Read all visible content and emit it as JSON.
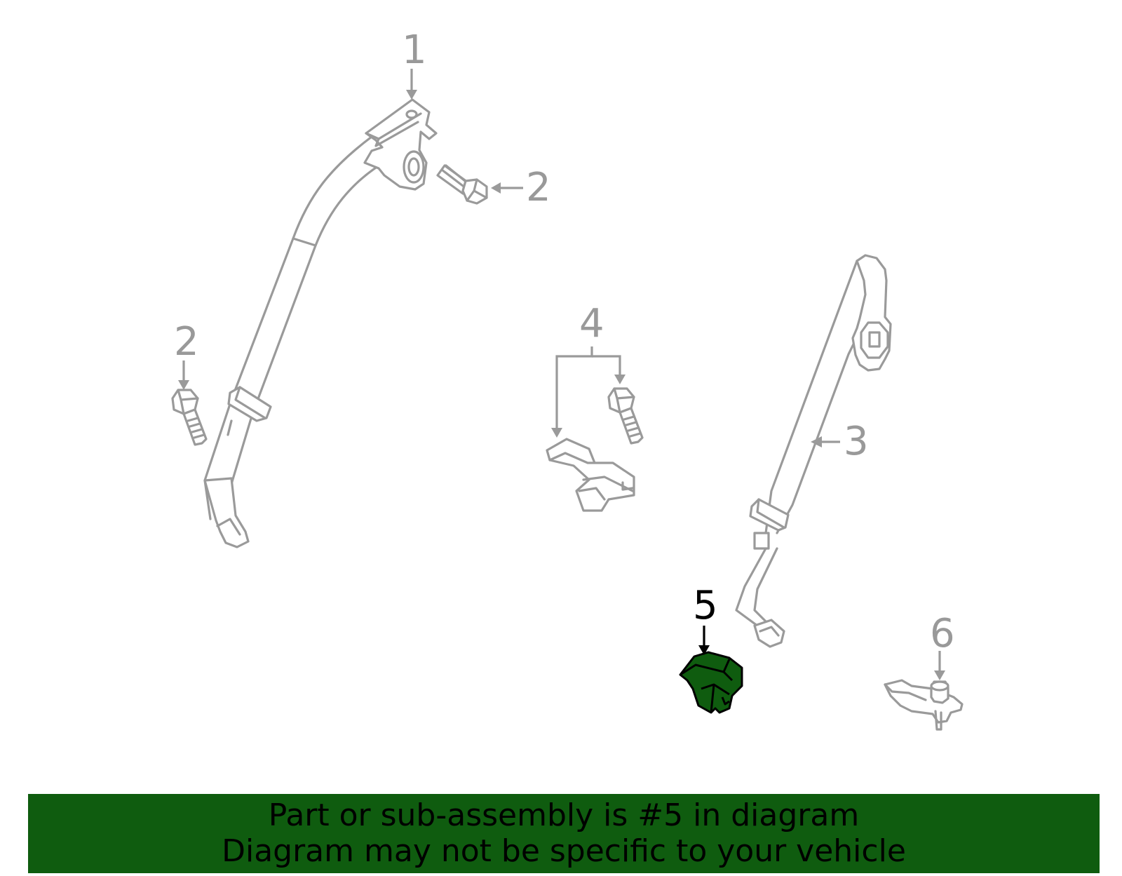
{
  "callouts": {
    "c1": "1",
    "c2a": "2",
    "c2b": "2",
    "c3": "3",
    "c4": "4",
    "c5": "5",
    "c6": "6"
  },
  "highlighted_part": "5",
  "colors": {
    "line": "#9a9a9a",
    "highlight_fill": "#0f5c0f",
    "highlight_outline": "#000000",
    "banner_background": "#0f5c0f"
  },
  "banner": {
    "line1": "Part or sub-assembly is #5 in diagram",
    "line2": "Diagram may not be specific to your vehicle"
  }
}
